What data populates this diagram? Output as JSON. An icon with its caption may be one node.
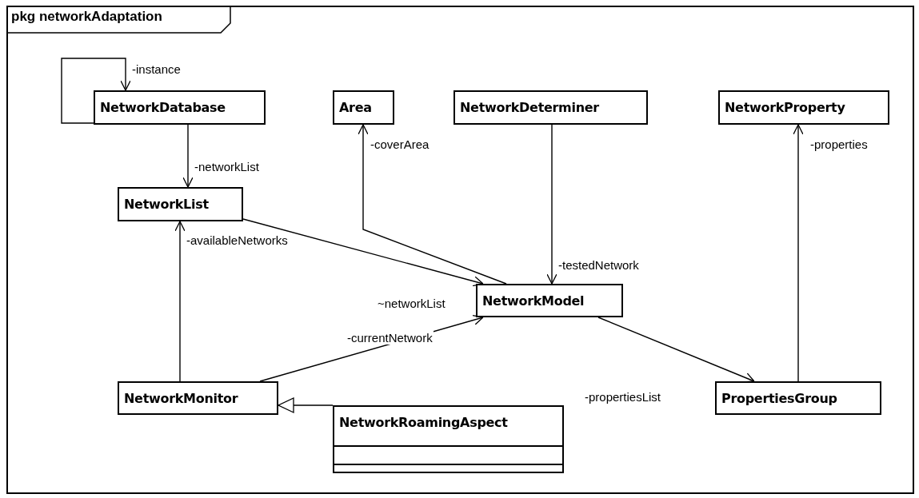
{
  "diagram": {
    "nodes": [
      {
        "text": [
          "pkg networkAdaptation"
        ]
      },
      {
        "text": [
          "NetworkDatabase"
        ],
        "in": 0
      },
      {
        "text": [
          "Area"
        ],
        "in": 0
      },
      {
        "text": [
          "NetworkDeterminer"
        ],
        "in": 0
      },
      {
        "text": [
          "NetworkProperty"
        ],
        "in": 0
      },
      {
        "text": [
          "NetworkList"
        ],
        "in": 0
      },
      {
        "text": [
          "NetworkModel"
        ],
        "in": 0
      },
      {
        "text": [
          "NetworkMonitor"
        ],
        "in": 0
      },
      {
        "text": [
          "PropertiesGroup"
        ],
        "in": 0
      },
      {
        "text": [
          "NetworkRoamingAspect"
        ],
        "in": 0
      }
    ],
    "edges": [
      {
        "from": 1,
        "to": 1,
        "arrow": "to",
        "label": "-instance"
      },
      {
        "from": 1,
        "to": 5,
        "arrow": "to",
        "label": "-networkList"
      },
      {
        "from": 6,
        "to": 2,
        "arrow": "to",
        "label": "-coverArea"
      },
      {
        "from": 3,
        "to": 6,
        "arrow": "to",
        "label": "-testedNetwork"
      },
      {
        "from": 5,
        "to": 6,
        "arrow": "to",
        "label": "~networkList"
      },
      {
        "from": 7,
        "to": 5,
        "arrow": "to",
        "label": "-availableNetworks"
      },
      {
        "from": 7,
        "to": 6,
        "arrow": "to",
        "label": "-currentNetwork"
      },
      {
        "from": 6,
        "to": 8,
        "arrow": "to",
        "label": "-propertiesList"
      },
      {
        "from": 8,
        "to": 4,
        "arrow": "to",
        "label": "-properties"
      },
      {
        "from": 9,
        "to": 7,
        "arrow": "to"
      }
    ]
  }
}
